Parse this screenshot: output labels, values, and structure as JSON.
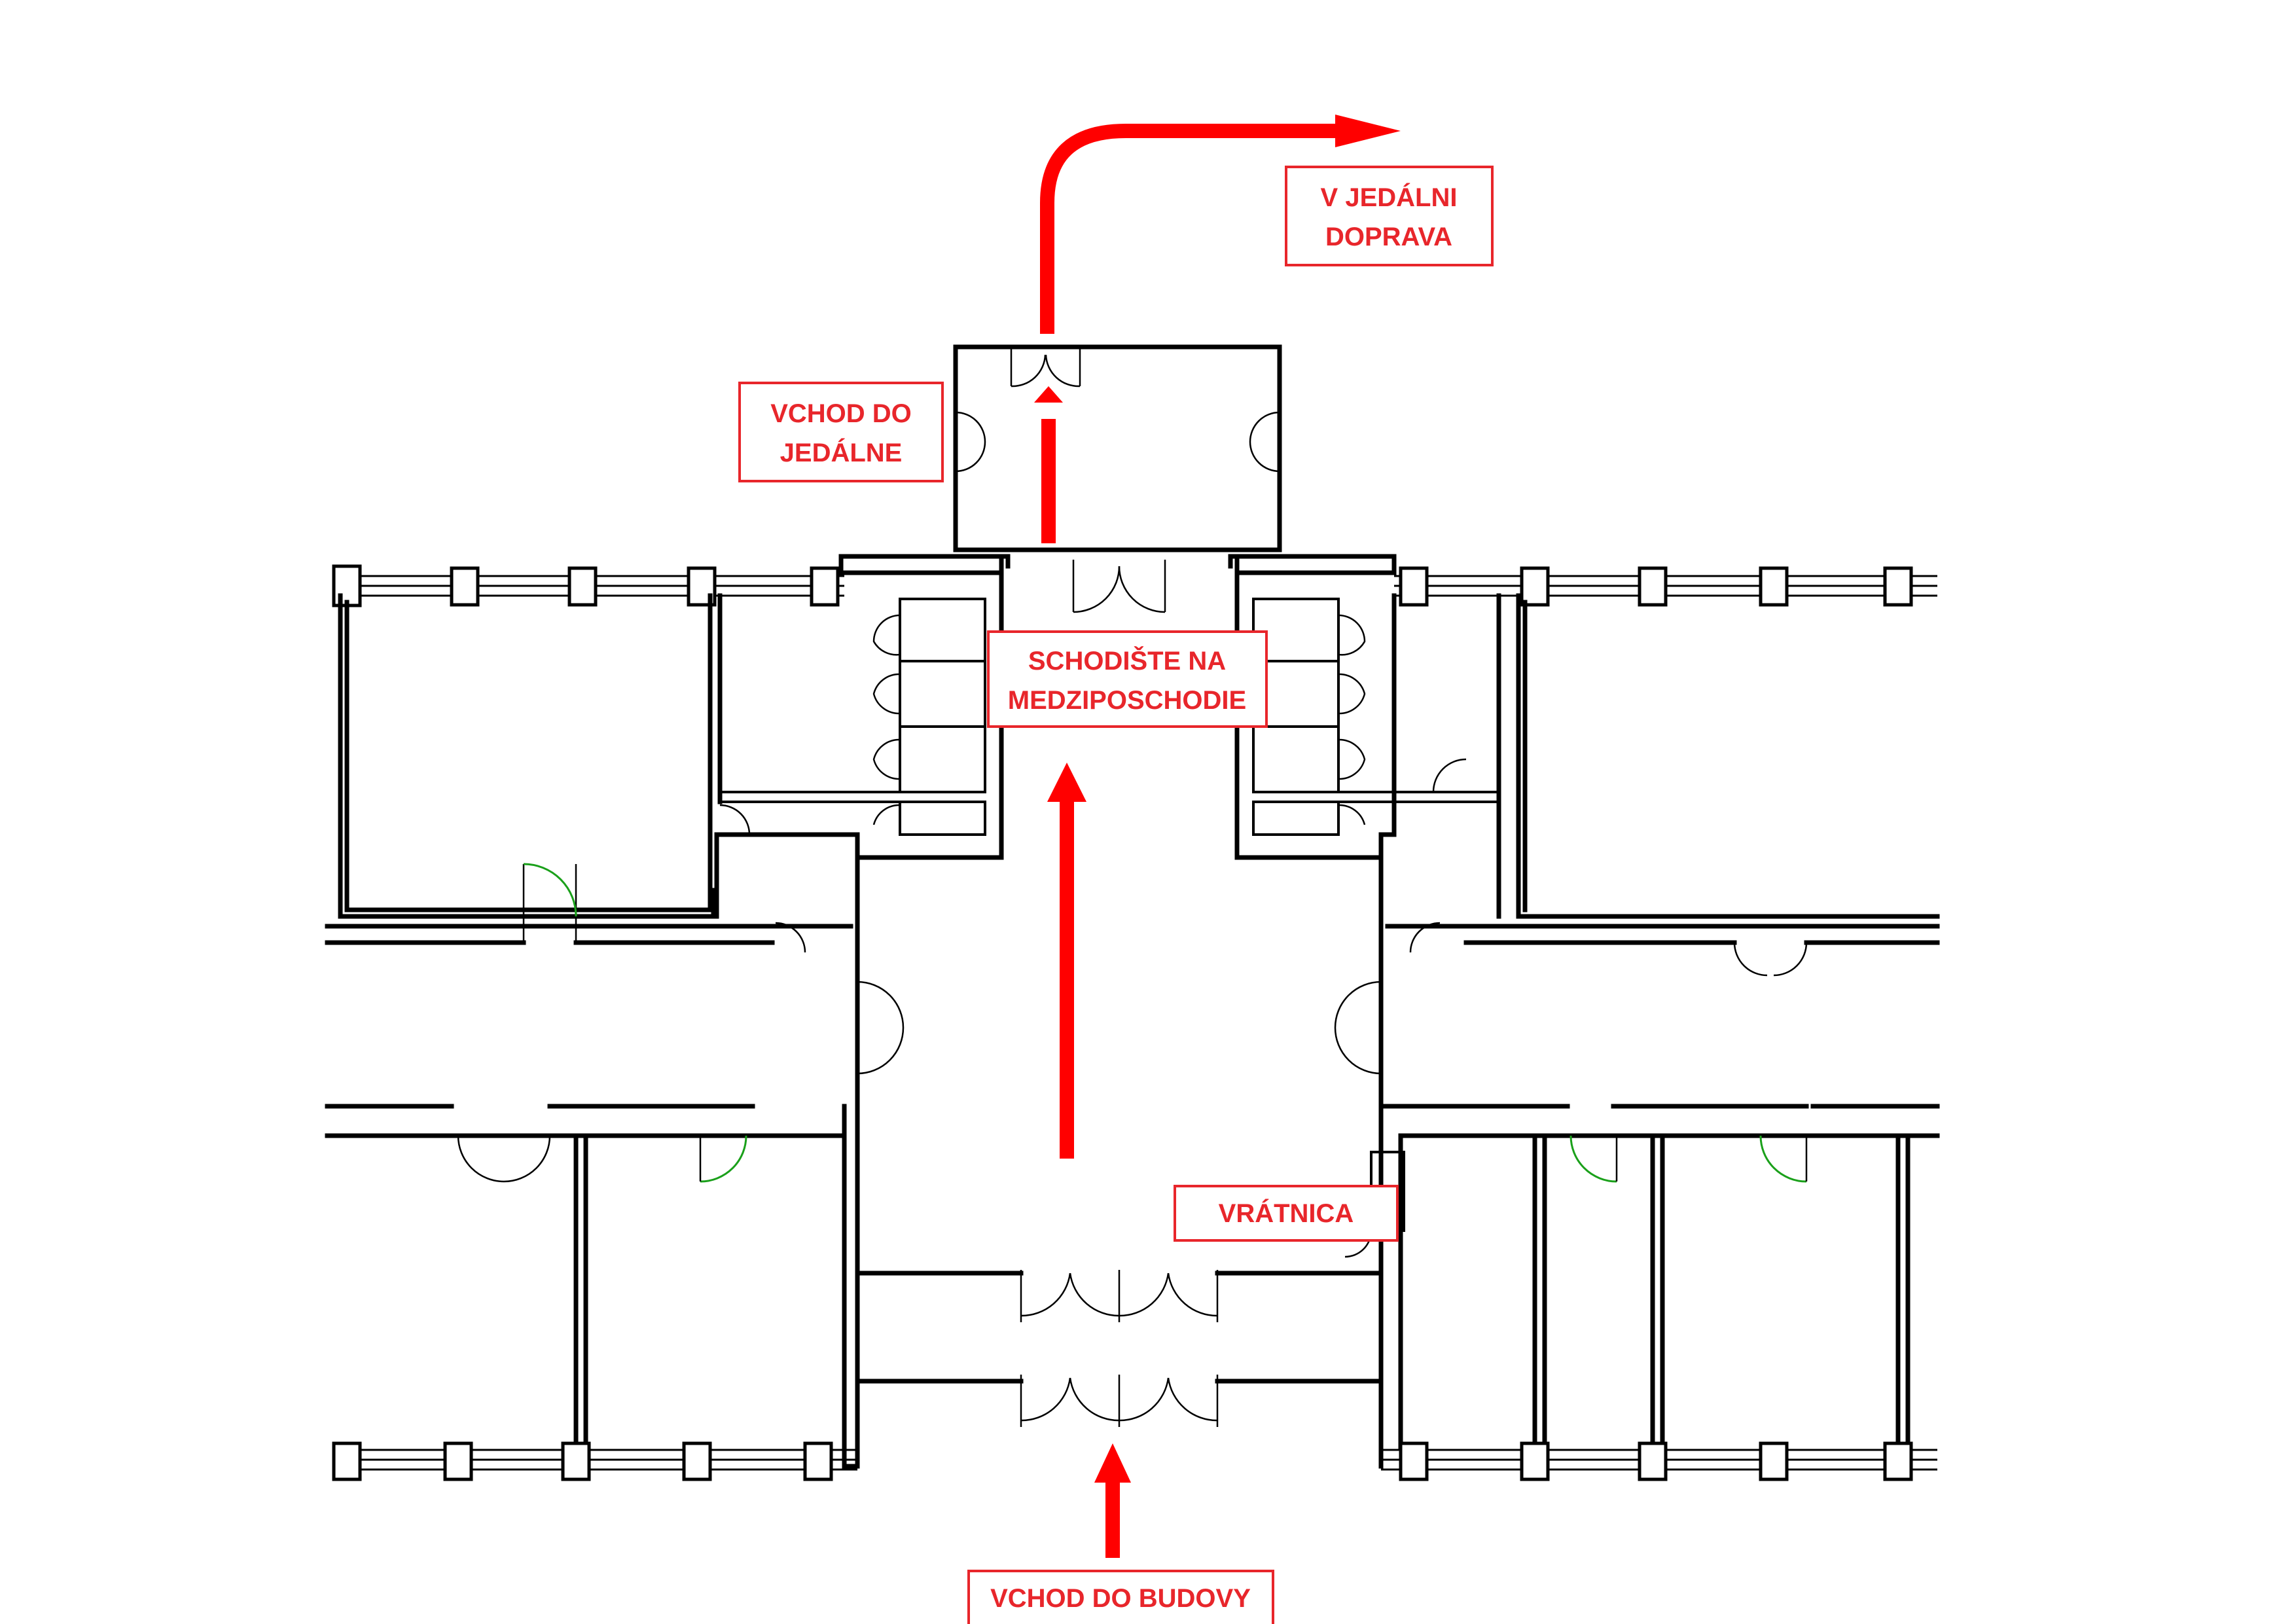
{
  "labels": {
    "dining_right": [
      "V JEDÁLNI",
      "DOPRAVA"
    ],
    "dining_entrance": [
      "VCHOD DO",
      "JEDÁLNE"
    ],
    "staircase": [
      "SCHODIŠTE NA",
      "MEDZIPOSCHODIE"
    ],
    "reception": "VRÁTNICA",
    "building_entrance": "VCHOD DO BUDOVY"
  },
  "colors": {
    "route": "#ff0000",
    "label": "#e8262b",
    "walls": "#000000",
    "door_highlight": "#1aa01a"
  }
}
